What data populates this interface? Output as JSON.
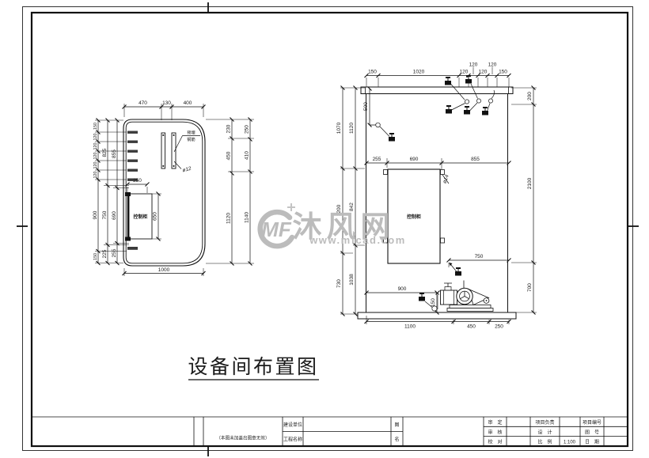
{
  "drawing_title": {
    "text": "设备间布置图"
  },
  "watermark": {
    "logo_text": "MF",
    "site_name": "沐风网",
    "site_url": "www.mfcad.com"
  },
  "left_view": {
    "cabinet_label": "控制柜",
    "anchor_note_top": "预埋",
    "anchor_note_bottom": "钢筋",
    "rebar_dia": "ø12",
    "dim_top": [
      "470",
      "130",
      "400"
    ],
    "dim_bottom": "1000",
    "dim_inner_250": "250",
    "dim_inner_650": "650",
    "dim_left_outer": [
      "150",
      "120",
      "120",
      "120",
      "120",
      "120",
      "900",
      "150"
    ],
    "dim_left_mid": [
      "825",
      "750",
      "225"
    ],
    "dim_left_inner": [
      "855",
      "690",
      "255"
    ],
    "dim_right_inner": [
      "230",
      "450",
      "1120"
    ],
    "dim_right_outer": [
      "250",
      "410",
      "1140"
    ]
  },
  "right_view": {
    "cabinet_label": "控制柜",
    "rebar_dia": "ø14",
    "dim_top_upper": [
      "120",
      "120"
    ],
    "dim_top_lower": [
      "150",
      "1020",
      "120",
      "120",
      "150"
    ],
    "dim_left_outer": [
      "1070",
      "1200",
      "730"
    ],
    "dim_left_inner": [
      "1120",
      "842",
      "1038"
    ],
    "dim_right": [
      "200",
      "2100",
      "700"
    ],
    "dim_mid": [
      "255",
      "690",
      "855"
    ],
    "dim_500": "500",
    "dim_750": "750",
    "dim_900": "900",
    "dim_150": "150",
    "dim_bottom": [
      "1100",
      "450",
      "250"
    ]
  },
  "title_block": {
    "note": "（本图未加盖出图章无效）",
    "owner_label": "建设单位",
    "project_label": "工程名称",
    "fig_label_top": "图",
    "fig_label_bottom": "名",
    "approve_label": "审　定",
    "check_label": "审　核",
    "proof_label": "校　对",
    "pm_label": "项目负责",
    "design_label": "设　计",
    "scale_label": "比　例",
    "scale_value": "1:100",
    "project_no_label": "项目编号",
    "drawing_no_label": "图　号",
    "date_label": "日　期"
  },
  "colors": {
    "line": "#1a1a1a",
    "watermark": "#bcbcbc"
  }
}
